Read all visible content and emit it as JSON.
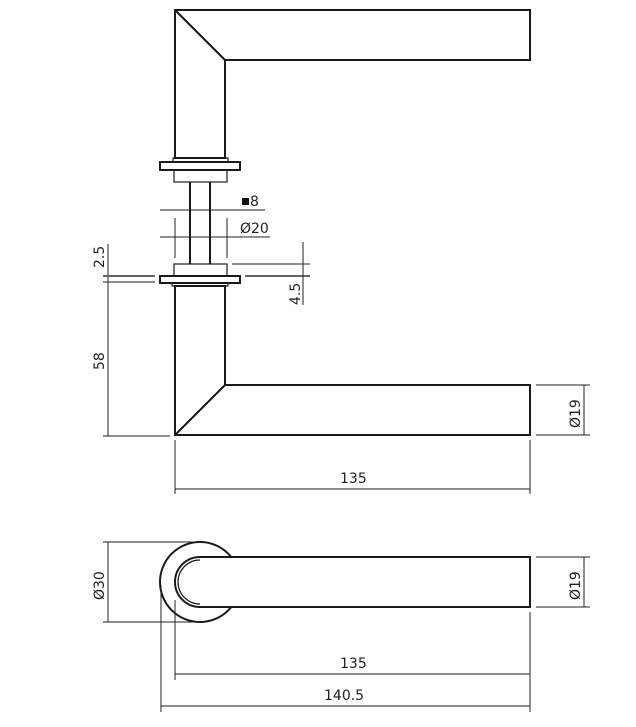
{
  "drawing": {
    "type": "door handle technical drawing",
    "views": [
      "front elevation",
      "top view"
    ],
    "line_color": "#1a1a1a",
    "background": "#ffffff"
  },
  "dimensions": {
    "spindle_square": "■8",
    "spindle_diameter": "Ø20",
    "rosette_thickness": "2.5",
    "rosette_height": "4.5",
    "handle_height": "58",
    "handle_diameter_front": "Ø19",
    "handle_length_front": "135",
    "rosette_diameter": "Ø30",
    "handle_diameter_top": "Ø19",
    "handle_length_top": "135",
    "overall_length_top": "140.5"
  }
}
